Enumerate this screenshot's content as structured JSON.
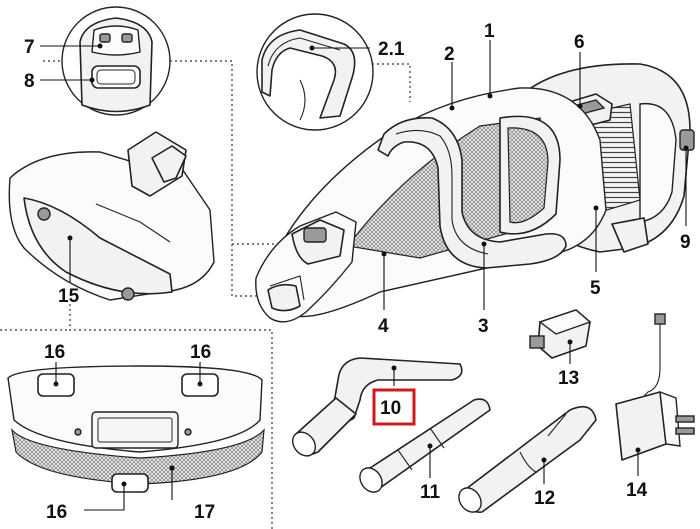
{
  "labels": {
    "l1": "1",
    "l2": "2",
    "l2_1": "2.1",
    "l3": "3",
    "l4": "4",
    "l5": "5",
    "l6": "6",
    "l7": "7",
    "l8": "8",
    "l9": "9",
    "l10": "10",
    "l11": "11",
    "l12": "12",
    "l13": "13",
    "l14": "14",
    "l15": "15",
    "l16a": "16",
    "l16b": "16",
    "l16c": "16",
    "l17": "17"
  },
  "highlight": {
    "part": "10",
    "color": "#d0191c"
  }
}
